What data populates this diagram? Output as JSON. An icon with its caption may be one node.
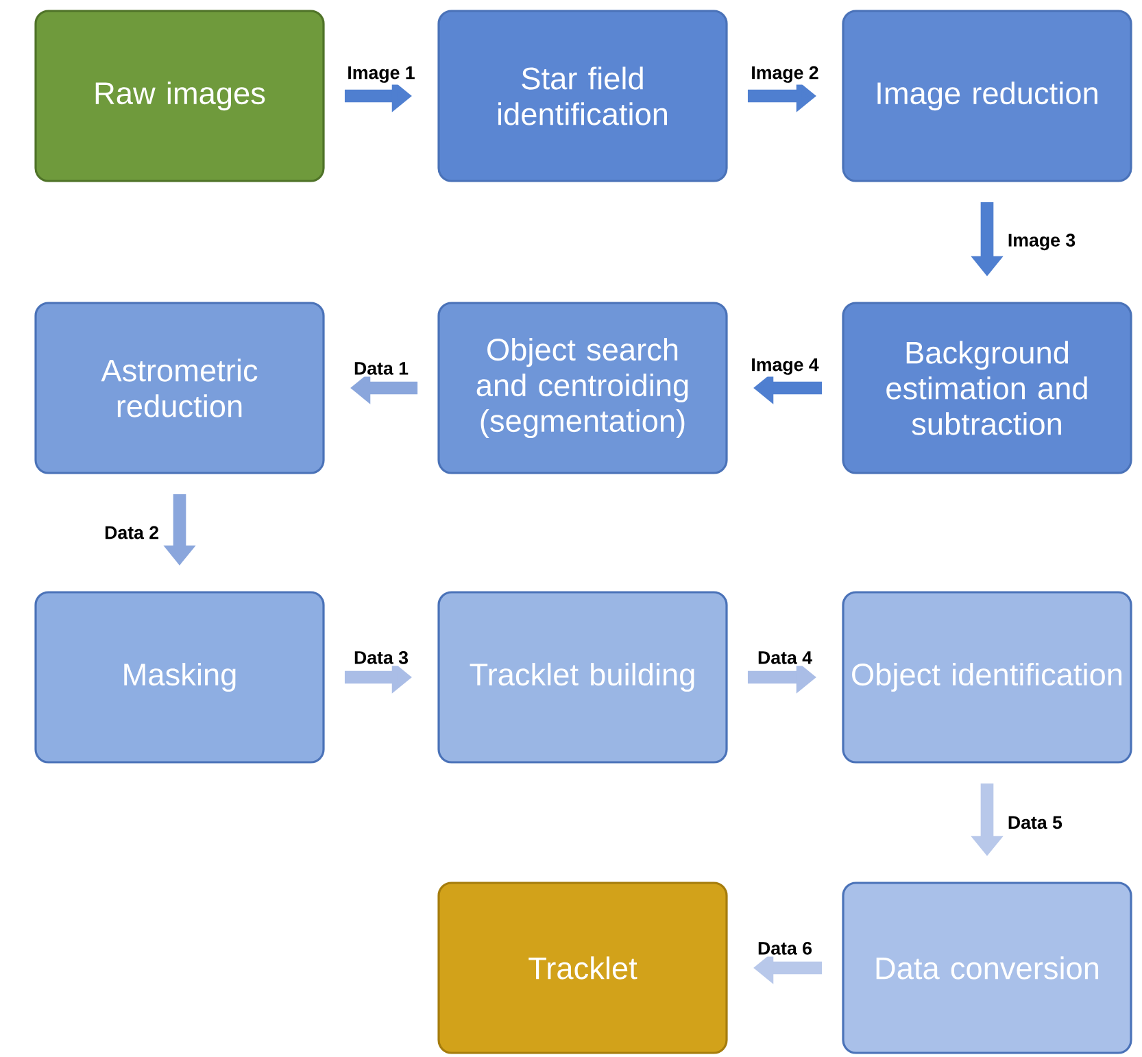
{
  "diagram": {
    "nodes": [
      {
        "text": [
          "Raw images"
        ]
      },
      {
        "text": [
          "Star field identification"
        ]
      },
      {
        "text": [
          "Image reduction"
        ]
      },
      {
        "text": [
          "Background estimation and subtraction"
        ]
      },
      {
        "text": [
          "Object search and centroiding (segmentation)"
        ]
      },
      {
        "text": [
          "Astrometric reduction"
        ]
      },
      {
        "text": [
          "Masking"
        ]
      },
      {
        "text": [
          "Tracklet building"
        ]
      },
      {
        "text": [
          "Object identification"
        ]
      },
      {
        "text": [
          "Data conversion"
        ]
      },
      {
        "text": [
          "Tracklet"
        ]
      }
    ],
    "edges": [
      {
        "from": 0,
        "to": 1,
        "arrow": "to",
        "label": "Image 1"
      },
      {
        "from": 1,
        "to": 2,
        "arrow": "to",
        "label": "Image 2"
      },
      {
        "from": 2,
        "to": 3,
        "arrow": "to",
        "label": "Image 3"
      },
      {
        "from": 3,
        "to": 4,
        "arrow": "to",
        "label": "Image 4"
      },
      {
        "from": 4,
        "to": 5,
        "arrow": "to",
        "label": "Data 1",
        "color": "#8aa6dc"
      },
      {
        "from": 5,
        "to": 6,
        "arrow": "to",
        "label": "Data 2",
        "color": "#8aa6dc"
      },
      {
        "from": 6,
        "to": 7,
        "arrow": "to",
        "label": "Data 3",
        "color": "#aabde6"
      },
      {
        "from": 7,
        "to": 8,
        "arrow": "to",
        "label": "Data 4",
        "color": "#aabde6"
      },
      {
        "from": 8,
        "to": 9,
        "arrow": "to",
        "label": "Data 5",
        "color": "#b8c8ea"
      },
      {
        "from": 9,
        "to": 10,
        "arrow": "to",
        "label": "Data 6",
        "color": "#b8c8ea"
      }
    ]
  }
}
